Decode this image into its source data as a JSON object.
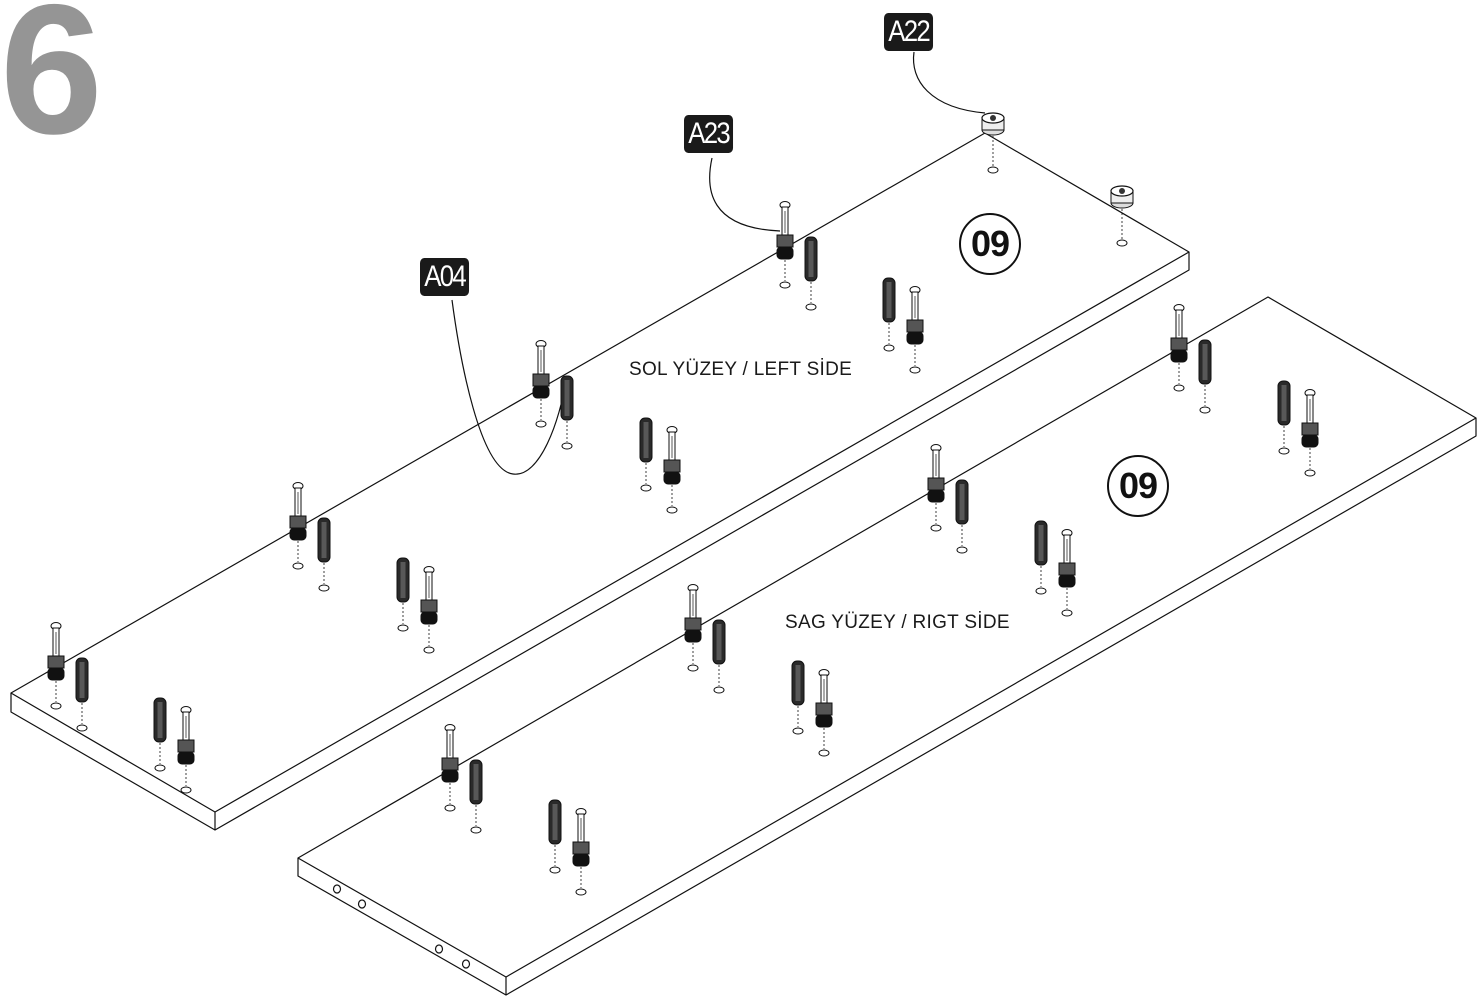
{
  "step": {
    "number": "6"
  },
  "callouts": {
    "dowel": "A04",
    "cam_bolt": "A23",
    "cam_lock": "A22"
  },
  "panels": {
    "left": {
      "part": "09",
      "label": "SOL YÜZEY / LEFT SİDE"
    },
    "right": {
      "part": "09",
      "label": "SAG YÜZEY / RIGT SİDE"
    }
  },
  "colors": {
    "ink": "#111111",
    "step_gray": "#959595",
    "callout_bg": "#1a1a1a"
  }
}
